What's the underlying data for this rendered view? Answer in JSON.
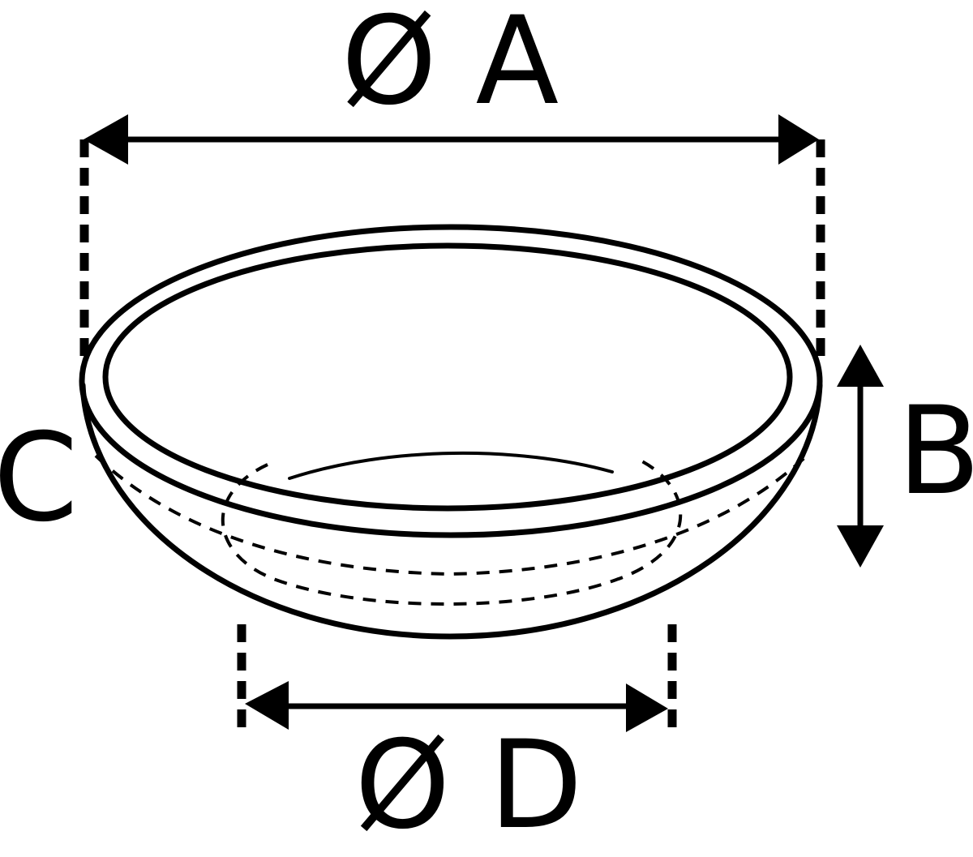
{
  "labels": {
    "diameter_a": "Ø A",
    "height_b": "B",
    "side_c": "C",
    "diameter_d": "Ø D"
  },
  "colors": {
    "line": "#000000",
    "background": "#ffffff"
  }
}
